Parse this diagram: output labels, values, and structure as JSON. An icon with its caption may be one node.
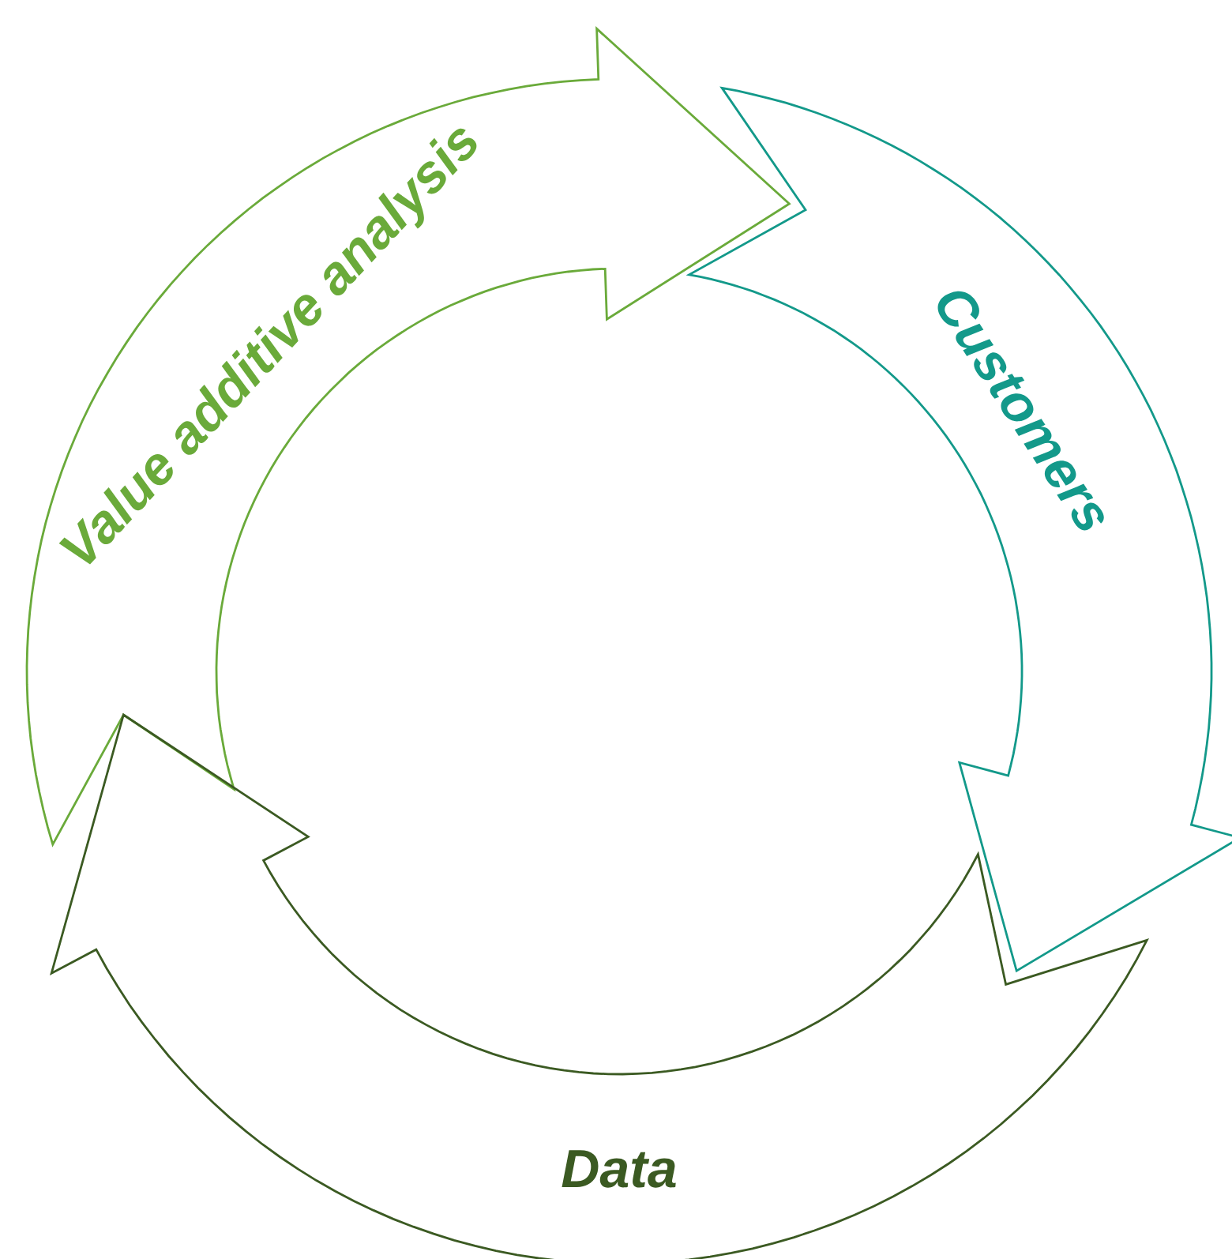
{
  "diagram": {
    "nodes": [
      {
        "text": [
          "Value additive analysis"
        ]
      },
      {
        "text": [
          "Customers"
        ]
      },
      {
        "text": [
          "Data"
        ]
      }
    ]
  }
}
